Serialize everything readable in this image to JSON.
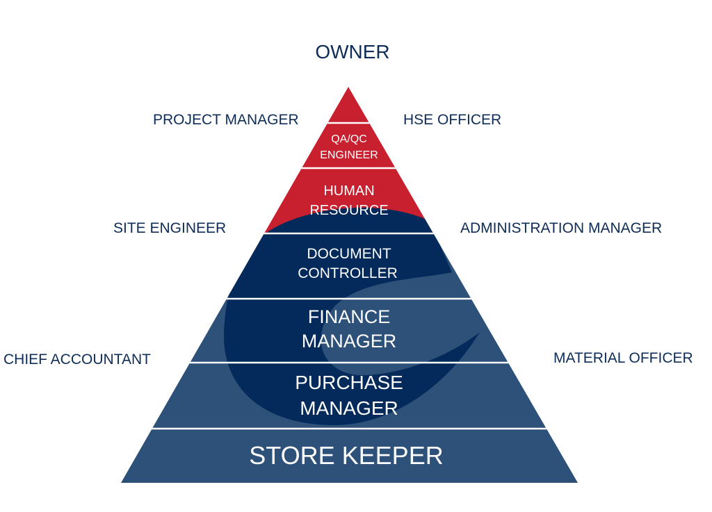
{
  "colors": {
    "red": "#c8202f",
    "navy_dark": "#032a5a",
    "navy_light": "#2d5179",
    "label": "#0d2c57"
  },
  "top_label": "OWNER",
  "side_labels": {
    "project_manager": "PROJECT MANAGER",
    "hse_officer": "HSE OFFICER",
    "site_engineer": "SITE ENGINEER",
    "administration_manager": "ADMINISTRATION MANAGER",
    "chief_accountant": "CHIEF ACCOUNTANT",
    "material_officer": "MATERIAL OFFICER"
  },
  "tiers": [
    {
      "lines": [
        "QA/QC",
        "ENGINEER"
      ]
    },
    {
      "lines": [
        "HUMAN",
        "RESOURCE"
      ]
    },
    {
      "lines": [
        "DOCUMENT",
        "CONTROLLER"
      ]
    },
    {
      "lines": [
        "FINANCE",
        "MANAGER"
      ]
    },
    {
      "lines": [
        "PURCHASE",
        "MANAGER"
      ]
    },
    {
      "lines": [
        "STORE KEEPER"
      ]
    }
  ]
}
